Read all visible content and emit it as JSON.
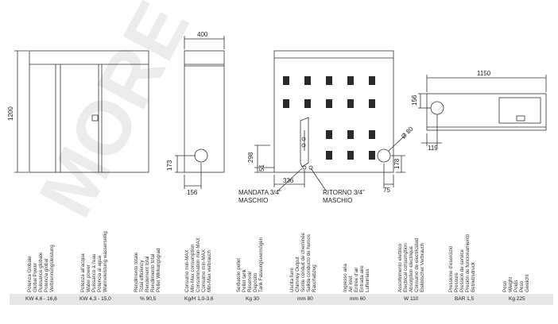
{
  "watermark": "MORE",
  "drawing": {
    "dims": {
      "height_total": "1200",
      "depth": "400",
      "width_total": "1150",
      "dim_173": "173",
      "dim_156_side": "156",
      "dim_298": "298",
      "dim_51": "51",
      "dim_336": "336",
      "dim_80": "Ø 80",
      "dim_178": "178",
      "dim_75": "75",
      "dim_156_top": "156",
      "dim_119": "119"
    },
    "callouts": {
      "mandata_line1": "MANDATA 3/4\"",
      "mandata_line2": "MASCHIO",
      "ritorno_line1": "RITORNO 3/4\"",
      "ritorno_line2": "MASCHIO"
    }
  },
  "specs": [
    {
      "labels": [
        "Potenza Globale",
        "Global Power",
        "Puissance globale",
        "Potencia global",
        "Verbrennungsleistung"
      ],
      "value": "KW 4,6 - 16,6"
    },
    {
      "labels": [
        "Potenza all'acqua",
        "Water power",
        "Puissance à l'eau",
        "Potencia al agua",
        "Warmeleistung wasserseitig"
      ],
      "value": "KW 4,3 - 15,0"
    },
    {
      "labels": [
        "Rendimento totale",
        "Total efficiency",
        "Rendement total",
        "Rendimiento total",
        "Pellet Wirkungsgrad"
      ],
      "value": "% 90,5"
    },
    {
      "labels": [
        "Consumo min-MAX",
        "Min-Max consumption",
        "Consommation min-MAX",
        "Consumo mín-MAX",
        "Min-Max verbrauch"
      ],
      "value": "Kg/H 1,0-3,6"
    },
    {
      "labels": [
        "Serbatoio pellet",
        "Pellet tank",
        "Réservoir",
        "Depósito",
        "Tank Fassungsvermögen"
      ],
      "value": "Kg 30"
    },
    {
      "labels": [
        "Uscita fumi",
        "Chimney Output",
        "Sortie conduit de cheminée",
        "Salida conducto de humos",
        "Rauchabzug"
      ],
      "value": "mm 80"
    },
    {
      "labels": [
        "Ingresso aria",
        "Air inlet",
        "Entrée d'air",
        "Entrada aire",
        "Lufteinlass"
      ],
      "value": "mm 60"
    },
    {
      "labels": [
        "Assorbimento elettrico",
        "Electrical consumption",
        "Absorption électrique",
        "Consumo de electricidad",
        "Elektrischer Verbrauch"
      ],
      "value": "W 110"
    },
    {
      "labels": [
        "Pressione d'esercizio",
        "Pressure",
        "Pression de service",
        "Presión de funcionamiento",
        "Betriebsdruck"
      ],
      "value": "BAR 1,5"
    },
    {
      "labels": [
        "Peso",
        "Weight",
        "Poids",
        "Peso",
        "Gewicht"
      ],
      "value": "Kg 225"
    }
  ],
  "colors": {
    "line": "#333333",
    "bar": "#e7e7e7",
    "watermark": "#ececec"
  }
}
